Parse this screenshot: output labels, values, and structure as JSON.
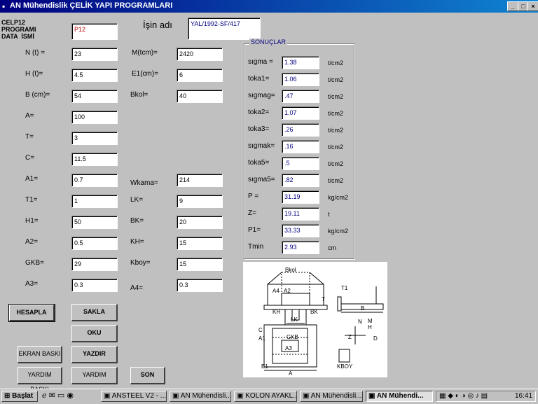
{
  "window": {
    "title": "AN Mühendislik  ÇELİK YAPI PROGRAMLARI",
    "min_glyph": "_",
    "max_glyph": "□",
    "close_glyph": "×",
    "app_icon": "▪"
  },
  "header": {
    "program_label": "CELP12\nPROGRAMI\nDATA  İSMİ",
    "data_name_value": "P12",
    "job_label": "İşin adı",
    "job_value": "YAL/1992-SF/417"
  },
  "inputs_left": [
    {
      "label": "N (t) =",
      "value": "23"
    },
    {
      "label": "H (t)=",
      "value": "4.5"
    },
    {
      "label": "B (cm)=",
      "value": "54"
    },
    {
      "label": "A=",
      "value": "100"
    },
    {
      "label": "T=",
      "value": "3"
    },
    {
      "label": "C=",
      "value": "11.5"
    },
    {
      "label": "A1=",
      "value": "0.7"
    },
    {
      "label": "T1=",
      "value": "1"
    },
    {
      "label": "H1=",
      "value": "50"
    },
    {
      "label": "A2=",
      "value": "0.5"
    },
    {
      "label": "GKB=",
      "value": "29"
    },
    {
      "label": "A3=",
      "value": "0.3"
    }
  ],
  "inputs_mid": [
    {
      "label": "M(tcm)=",
      "value": "2420"
    },
    {
      "label": "E1(cm)=",
      "value": "6"
    },
    {
      "label": "Bkol=",
      "value": "40"
    },
    {
      "label": "Wkama=",
      "value": "214"
    },
    {
      "label": "LK=",
      "value": "9"
    },
    {
      "label": "BK=",
      "value": "20"
    },
    {
      "label": "KH=",
      "value": "15"
    },
    {
      "label": "Kboy=",
      "value": "15"
    },
    {
      "label": "A4=",
      "value": "0.3"
    }
  ],
  "results": {
    "title": "SONUÇLAR",
    "rows": [
      {
        "label": "sıgma =",
        "value": "1.38",
        "unit": "t/cm2"
      },
      {
        "label": "toka1=",
        "value": "1.06",
        "unit": "t/cm2"
      },
      {
        "label": "sıgmag=",
        "value": ".47",
        "unit": "t/cm2"
      },
      {
        "label": "toka2=",
        "value": "1.07",
        "unit": "t/cm2"
      },
      {
        "label": "toka3=",
        "value": ".26",
        "unit": "t/cm2"
      },
      {
        "label": "sıgmak=",
        "value": ".16",
        "unit": "t/cm2"
      },
      {
        "label": "toka5=",
        "value": ".5",
        "unit": "t/cm2"
      },
      {
        "label": "sıgma5=",
        "value": ".82",
        "unit": "t/cm2"
      },
      {
        "label": "P =",
        "value": "31.19",
        "unit": "kg/cm2"
      },
      {
        "label": "Z=",
        "value": "19.11",
        "unit": "t"
      },
      {
        "label": "P1=",
        "value": "33.33",
        "unit": "kg/cm2"
      },
      {
        "label": "Tmin",
        "value": "2.93",
        "unit": "cm"
      }
    ]
  },
  "buttons": {
    "hesapla": "HESAPLA",
    "sakla": "SAKLA",
    "oku": "OKU",
    "ekran_baski": "EKRAN BASKI",
    "yazdir": "YAZDIR",
    "yardim_baski": "YARDIM BASKI",
    "yardim": "YARDIM",
    "son": "SON"
  },
  "diagram": {
    "labels": [
      "Bkol",
      "A4",
      "A2",
      "KH",
      "LK",
      "BK",
      "T",
      "T1",
      "B",
      "N",
      "H",
      "M",
      "Z",
      "D",
      "C",
      "A1",
      "GKB",
      "A3",
      "E1",
      "A",
      "KBOY"
    ]
  },
  "taskbar": {
    "start": "Başlat",
    "items": [
      {
        "label": "ANSTEEL V2 - ...",
        "active": false
      },
      {
        "label": "AN Mühendisli...",
        "active": false
      },
      {
        "label": "KOLON AYAKL...",
        "active": false
      },
      {
        "label": "AN Mühendisli...",
        "active": false
      },
      {
        "label": "AN Mühendi...",
        "active": true
      }
    ],
    "clock": "16:41"
  }
}
